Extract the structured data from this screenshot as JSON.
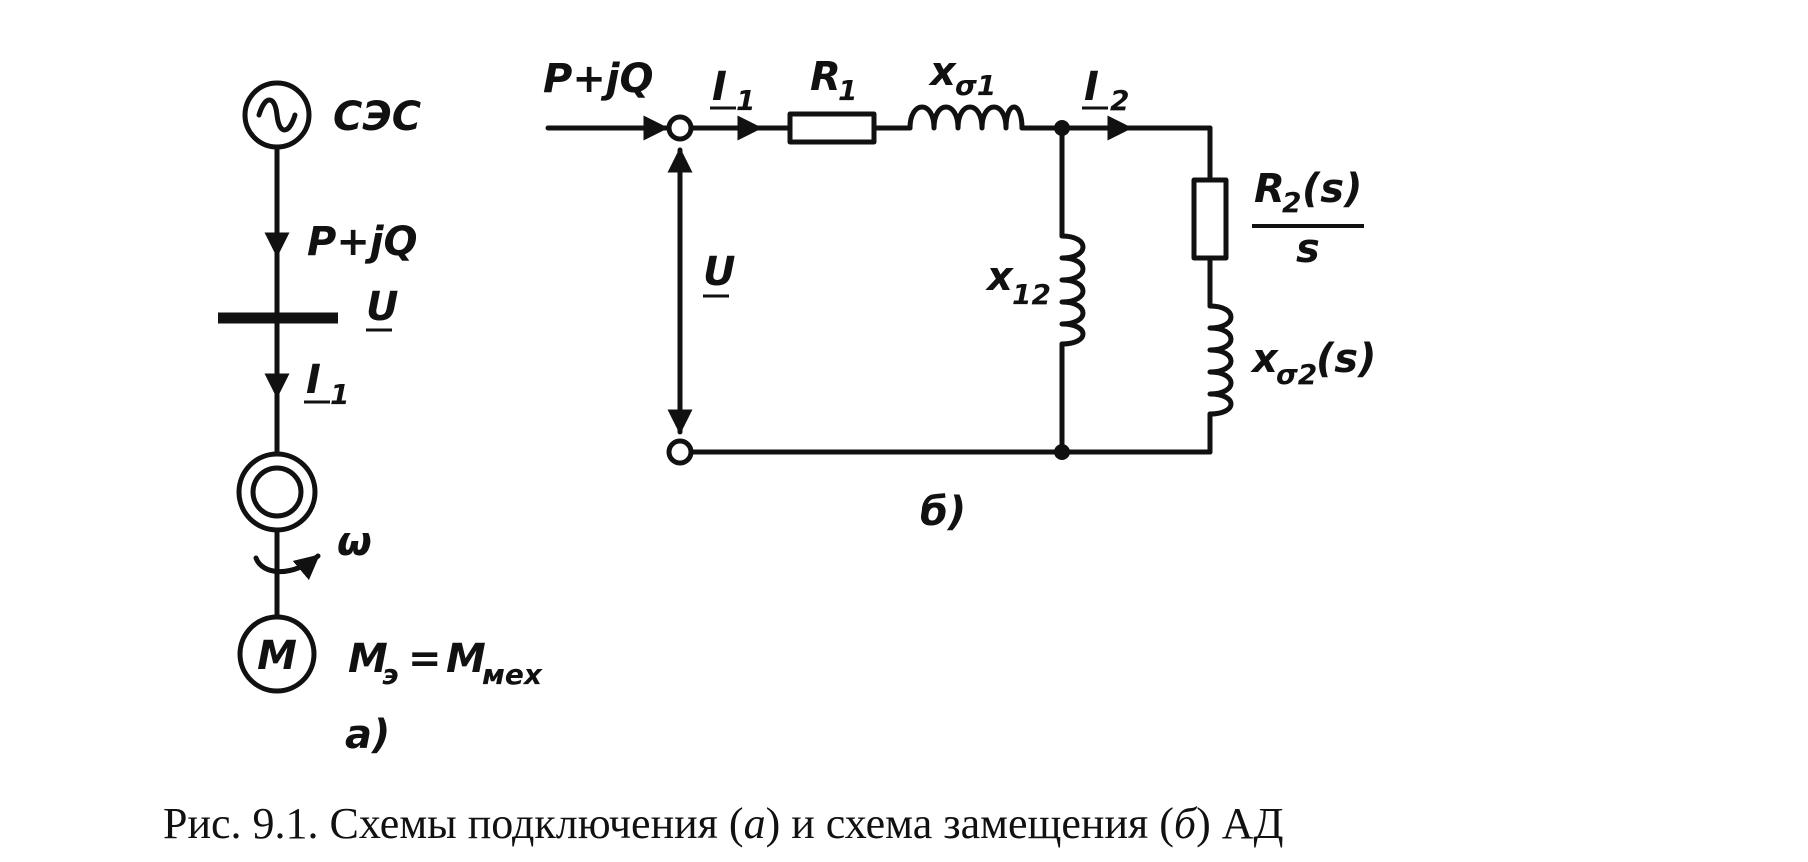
{
  "figure_a": {
    "source_label": "СЭС",
    "power_label": "P+jQ",
    "voltage_label": "U",
    "current_label": "I",
    "current_sub": "1",
    "omega_label": "ω",
    "motor_label": "M",
    "torque_lhs": "M",
    "torque_lhs_sub": "э",
    "torque_eq": "=",
    "torque_rhs": "M",
    "torque_rhs_sub": "мех",
    "panel_label": "а)"
  },
  "figure_b": {
    "power_label": "P+jQ",
    "i1_label": "I",
    "i1_sub": "1",
    "r1_label": "R",
    "r1_sub": "1",
    "xs1_label": "x",
    "xs1_sub": "σ1",
    "i2_label": "I",
    "i2_sub": "2",
    "u_label": "U",
    "x12_label": "x",
    "x12_sub": "12",
    "r2_label": "R",
    "r2_sub": "2",
    "r2_arg": "(s)",
    "r2_den": "s",
    "xs2_label": "x",
    "xs2_sub": "σ2",
    "xs2_arg": "(s)",
    "panel_label": "б)"
  },
  "caption": {
    "prefix": "Рис. 9.1. Схемы подключения (",
    "a": "а",
    "middle": ") и схема замещения (",
    "b": "б",
    "suffix": ") АД"
  }
}
